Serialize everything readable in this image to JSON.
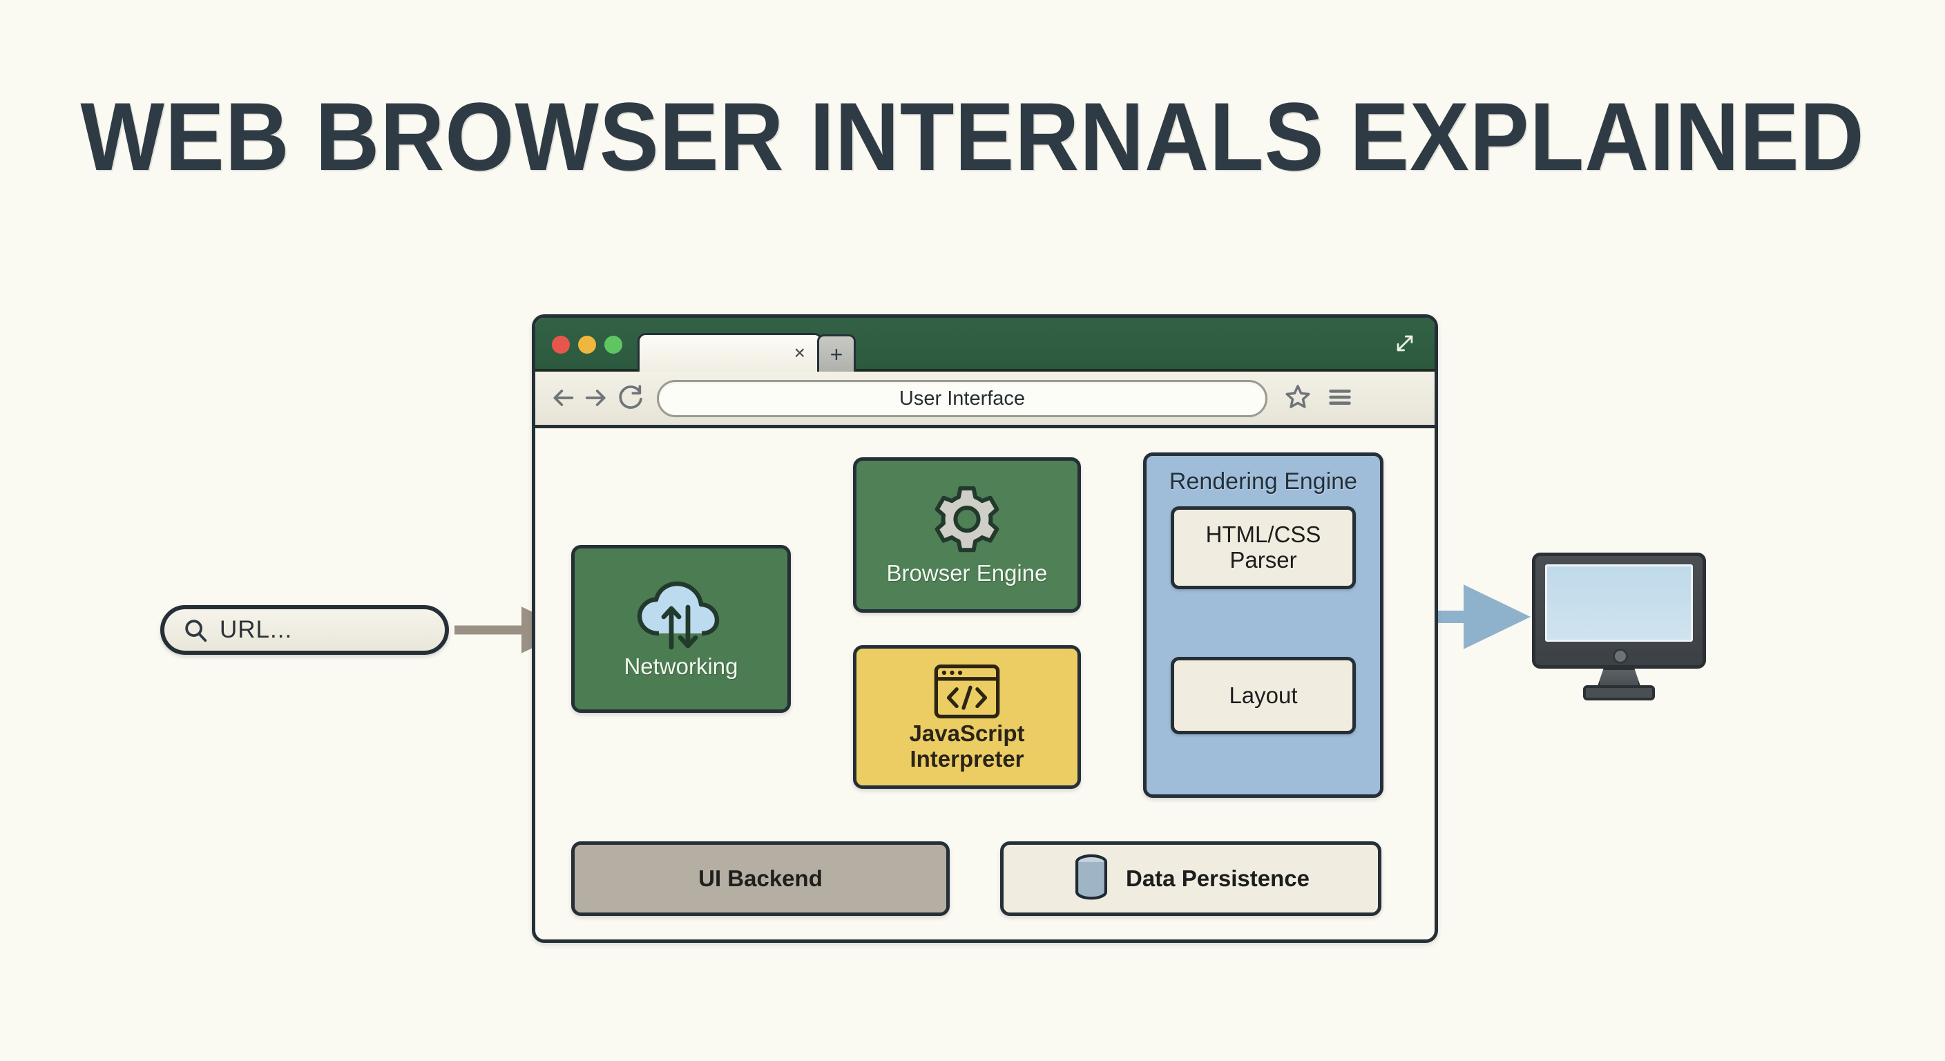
{
  "title": "WEB BROWSER INTERNALS EXPLAINED",
  "background_color": "#faf9f2",
  "url_input": {
    "icon": "search-icon",
    "value": "URL..."
  },
  "browser_window": {
    "titlebar": {
      "traffic_lights": [
        {
          "name": "close",
          "color": "#e8564b"
        },
        {
          "name": "minimize",
          "color": "#f0b73f"
        },
        {
          "name": "zoom",
          "color": "#5fc563"
        }
      ],
      "tab": {
        "label": "",
        "close_icon": "×"
      },
      "new_tab_icon": "+",
      "maximize_icon": "maximize-icon",
      "background_color": "#2c5a3e"
    },
    "toolbar": {
      "back_icon": "arrow-left-icon",
      "forward_icon": "arrow-right-icon",
      "reload_icon": "reload-icon",
      "url_bar_label": "User Interface",
      "bookmark_icon": "star-icon",
      "menu_icon": "hamburger-icon"
    }
  },
  "nodes": {
    "networking": {
      "label": "Networking",
      "icon": "cloud-transfer-icon",
      "color": "#4c7c51"
    },
    "browser_engine": {
      "label": "Browser Engine",
      "icon": "gear-icon",
      "color": "#4f8056"
    },
    "js_interpreter": {
      "label": "JavaScript\nInterpreter",
      "line1": "JavaScript",
      "line2": "Interpreter",
      "icon": "code-window-icon",
      "color": "#eccd64"
    },
    "rendering_engine": {
      "label": "Rendering Engine",
      "color": "#9fbdd8",
      "children": [
        {
          "line1": "HTML/CSS",
          "line2": "Parser"
        },
        {
          "line1": "Layout",
          "line2": ""
        }
      ]
    },
    "ui_backend": {
      "label": "UI Backend",
      "color": "#b5afa3"
    },
    "data_persistence": {
      "label": "Data Persistence",
      "icon": "database-icon",
      "color": "#f1ece0"
    },
    "display": {
      "label": "",
      "icon": "monitor-icon"
    }
  },
  "arrows": [
    {
      "from": "url_input",
      "to": "networking",
      "color": "#9a9184"
    },
    {
      "from": "networking",
      "to": "user_interface",
      "color": "#3f7247"
    },
    {
      "from": "networking",
      "to": "browser_engine",
      "color": "#3f7247"
    },
    {
      "from": "networking",
      "to": "js_interpreter",
      "color": "#e3c269"
    },
    {
      "from": "user_interface",
      "to": "browser_engine",
      "color": "#3f7247"
    },
    {
      "from": "user_interface",
      "to": "rendering_engine",
      "color": "#8cb4d4"
    },
    {
      "from": "browser_engine",
      "to": "rendering_engine",
      "color": "#3f7247"
    },
    {
      "from": "rendering_engine_parser",
      "to": "rendering_engine_layout",
      "color": "#8fb89a"
    },
    {
      "from": "rendering_engine",
      "to": "js_interpreter",
      "color": "#e3c269"
    },
    {
      "from": "rendering_engine",
      "to": "display",
      "color": "#8fb2cc"
    },
    {
      "from": "rendering_engine",
      "to": "data_persistence",
      "color": "#8fb2cc"
    },
    {
      "from": "js_interpreter",
      "to": "data_persistence",
      "color": "#e3c269"
    },
    {
      "from": "ui_backend",
      "to": "networking",
      "color": "#a9a298"
    },
    {
      "from": "ui_backend",
      "to": "js_interpreter",
      "color": "#a9a298"
    }
  ]
}
